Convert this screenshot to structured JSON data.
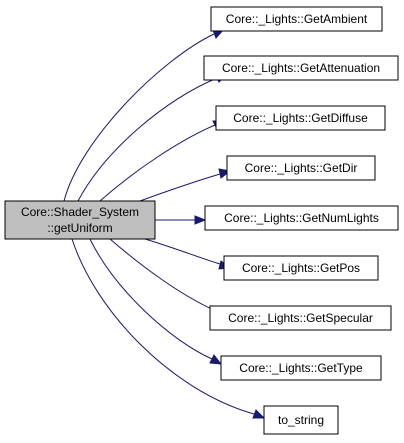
{
  "graph": {
    "source": {
      "line1": "Core::Shader_System",
      "line2": "::getUniform",
      "fill": "#bfbfbf"
    },
    "callee_fill": "#ffffff",
    "edge_color": "#191970",
    "callees": [
      {
        "label": "Core::_Lights::GetAmbient"
      },
      {
        "label": "Core::_Lights::GetAttenuation"
      },
      {
        "label": "Core::_Lights::GetDiffuse"
      },
      {
        "label": "Core::_Lights::GetDir"
      },
      {
        "label": "Core::_Lights::GetNumLights"
      },
      {
        "label": "Core::_Lights::GetPos"
      },
      {
        "label": "Core::_Lights::GetSpecular"
      },
      {
        "label": "Core::_Lights::GetType"
      },
      {
        "label": "to_string"
      }
    ]
  }
}
